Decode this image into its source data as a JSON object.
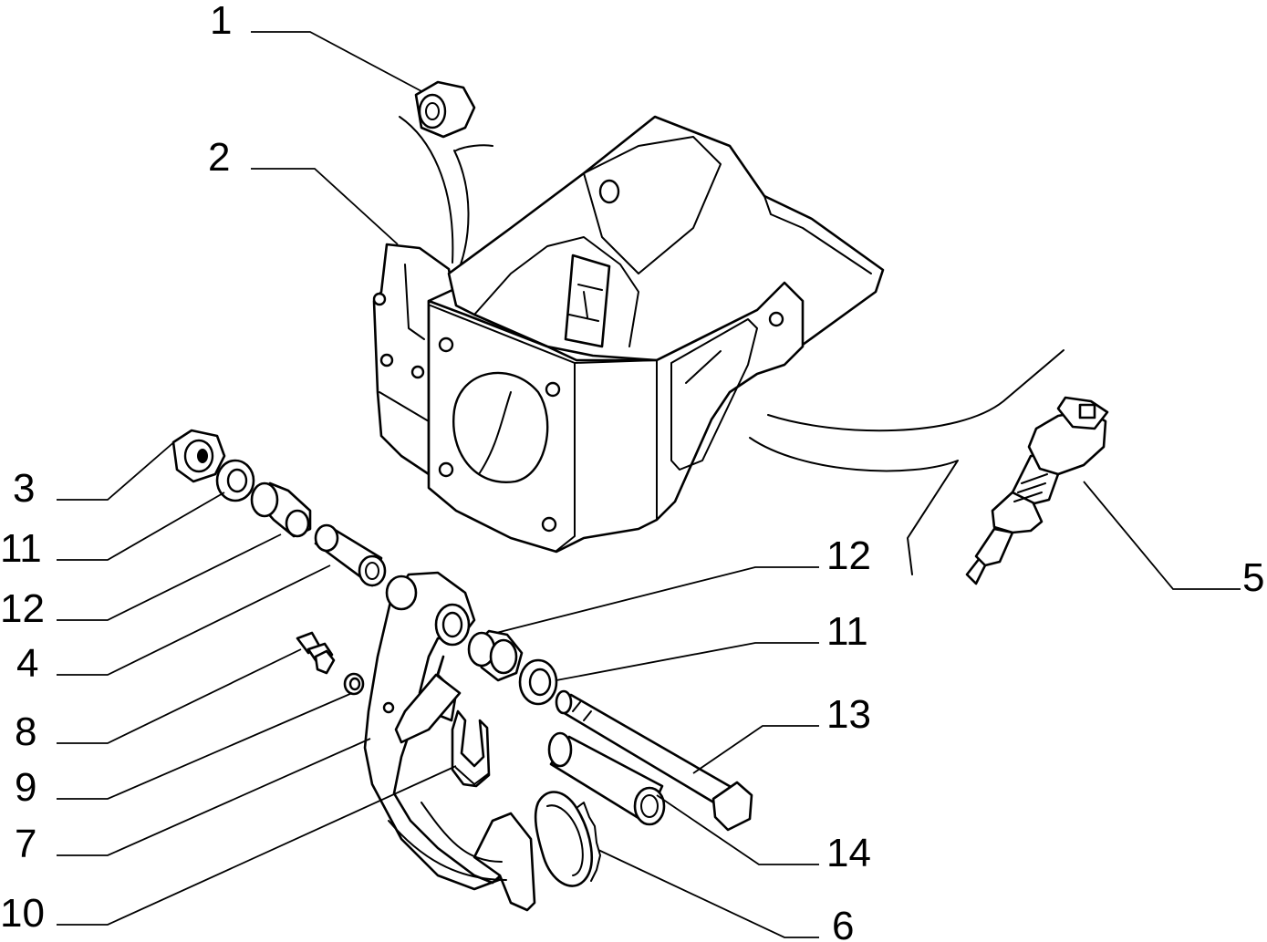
{
  "callouts": {
    "c1": "1",
    "c2": "2",
    "c3": "3",
    "c11a": "11",
    "c12a": "12",
    "c4": "4",
    "c8": "8",
    "c9": "9",
    "c7": "7",
    "c10": "10",
    "c12b": "12",
    "c11b": "11",
    "c13": "13",
    "c14": "14",
    "c6": "6",
    "c5": "5"
  },
  "colors": {
    "line": "#000000",
    "background": "#ffffff"
  }
}
